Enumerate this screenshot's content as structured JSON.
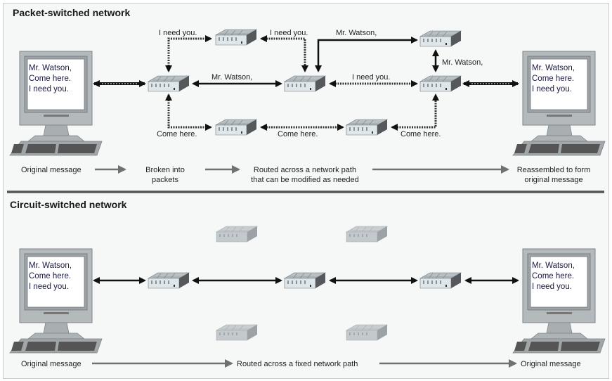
{
  "packet": {
    "title": "Packet-switched network",
    "screen_left": [
      "Mr. Watson,",
      "Come here.",
      "I need you."
    ],
    "screen_right": [
      "Mr. Watson,",
      "Come here.",
      "I need you."
    ],
    "labels": {
      "need_left": "I need you.",
      "need_mid": "I need you.",
      "watson_top": "Mr. Watson,",
      "watson_mid": "Mr. Watson,",
      "watson_right": "Mr. Watson,",
      "need_right": "I need you.",
      "come_left": "Come here.",
      "come_mid": "Come here.",
      "come_right": "Come here."
    },
    "flow": {
      "step1": "Original message",
      "step2_line1": "Broken into",
      "step2_line2": "packets",
      "step3_line1": "Routed across a network path",
      "step3_line2": "that can be modified as needed",
      "step4_line1": "Reassembled to form",
      "step4_line2": "original message"
    }
  },
  "circuit": {
    "title": "Circuit-switched network",
    "screen_left": [
      "Mr. Watson,",
      "Come here.",
      "I need you."
    ],
    "screen_right": [
      "Mr. Watson,",
      "Come here.",
      "I need you."
    ],
    "flow": {
      "step1": "Original message",
      "step2": "Routed across a fixed network path",
      "step3": "Original message"
    }
  },
  "colors": {
    "background": "#f6f7f7",
    "arrow": "#111111",
    "flow_arrow": "#707070",
    "divider": "#555555",
    "router_active": "#a9b0b4",
    "router_idle": "#b8bec1"
  }
}
